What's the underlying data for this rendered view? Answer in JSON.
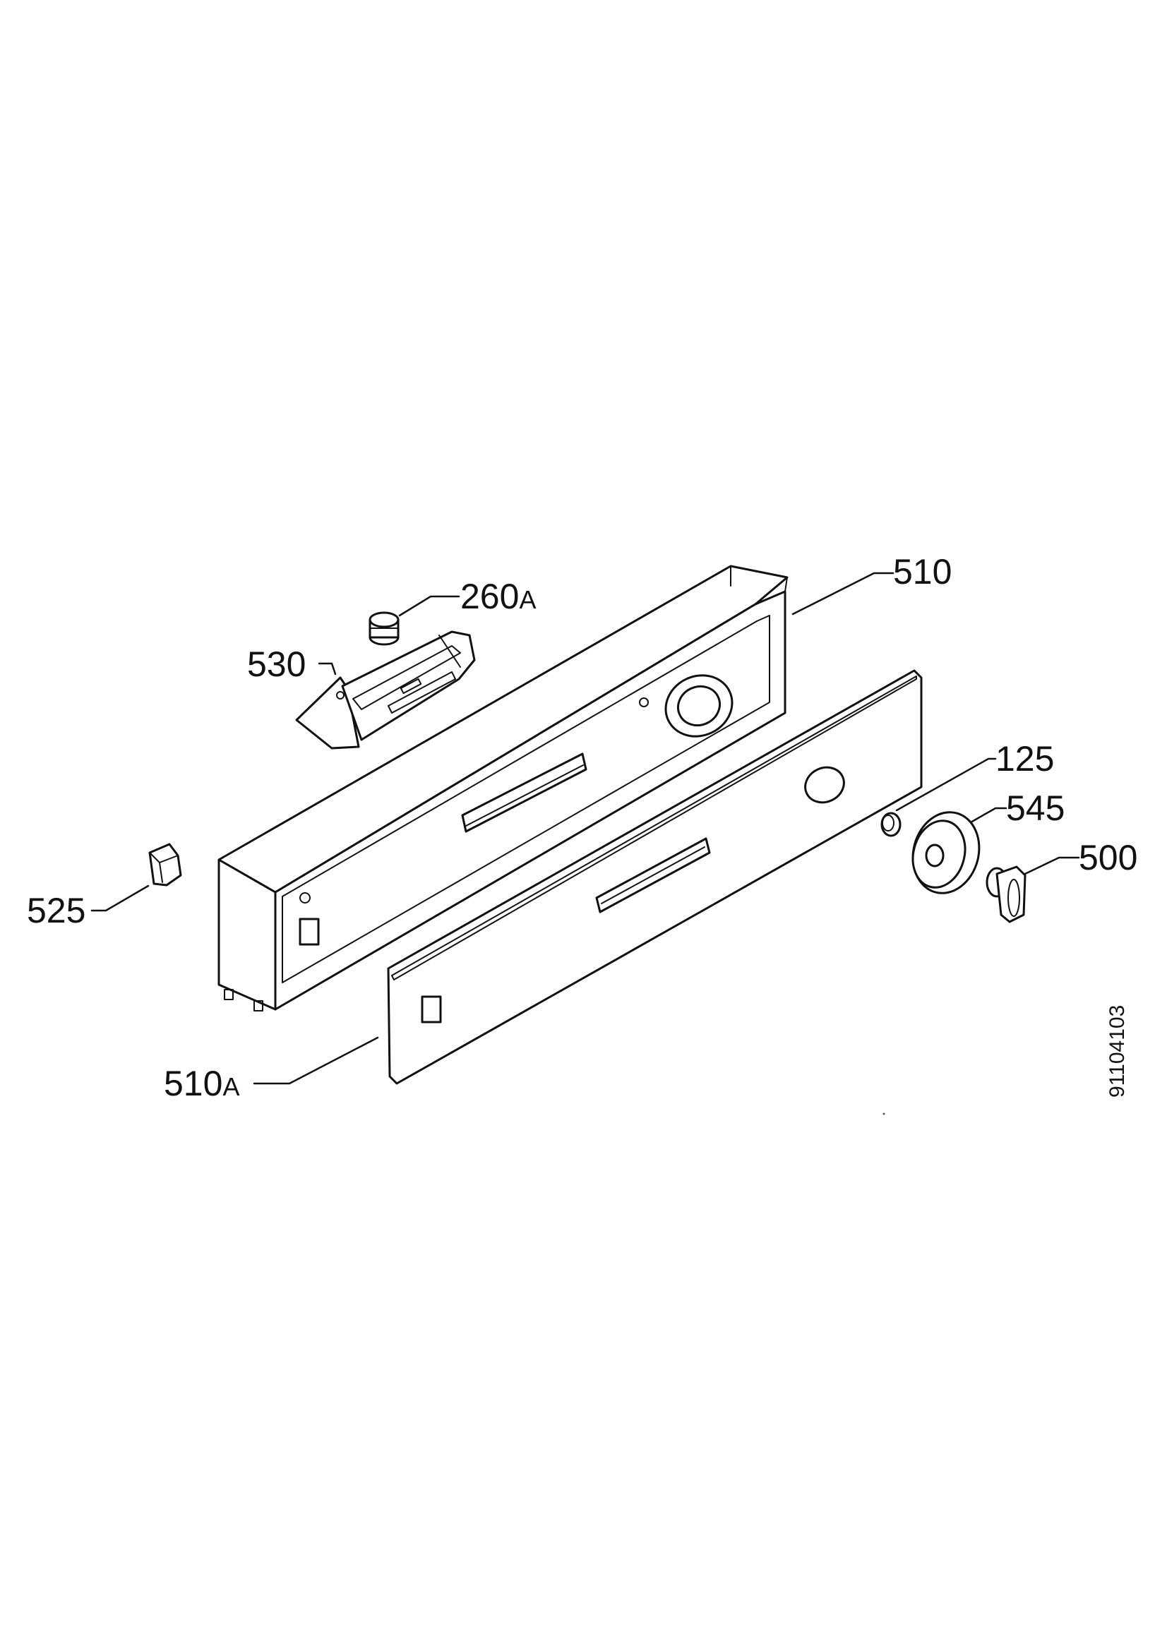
{
  "diagram": {
    "doc_number": "91104103",
    "parts": [
      {
        "id": "510",
        "label": "510"
      },
      {
        "id": "260A",
        "label": "260",
        "suffix": "A"
      },
      {
        "id": "530",
        "label": "530"
      },
      {
        "id": "125",
        "label": "125"
      },
      {
        "id": "545",
        "label": "545"
      },
      {
        "id": "500",
        "label": "500"
      },
      {
        "id": "525",
        "label": "525"
      },
      {
        "id": "510A",
        "label": "510",
        "suffix": "A"
      }
    ]
  }
}
